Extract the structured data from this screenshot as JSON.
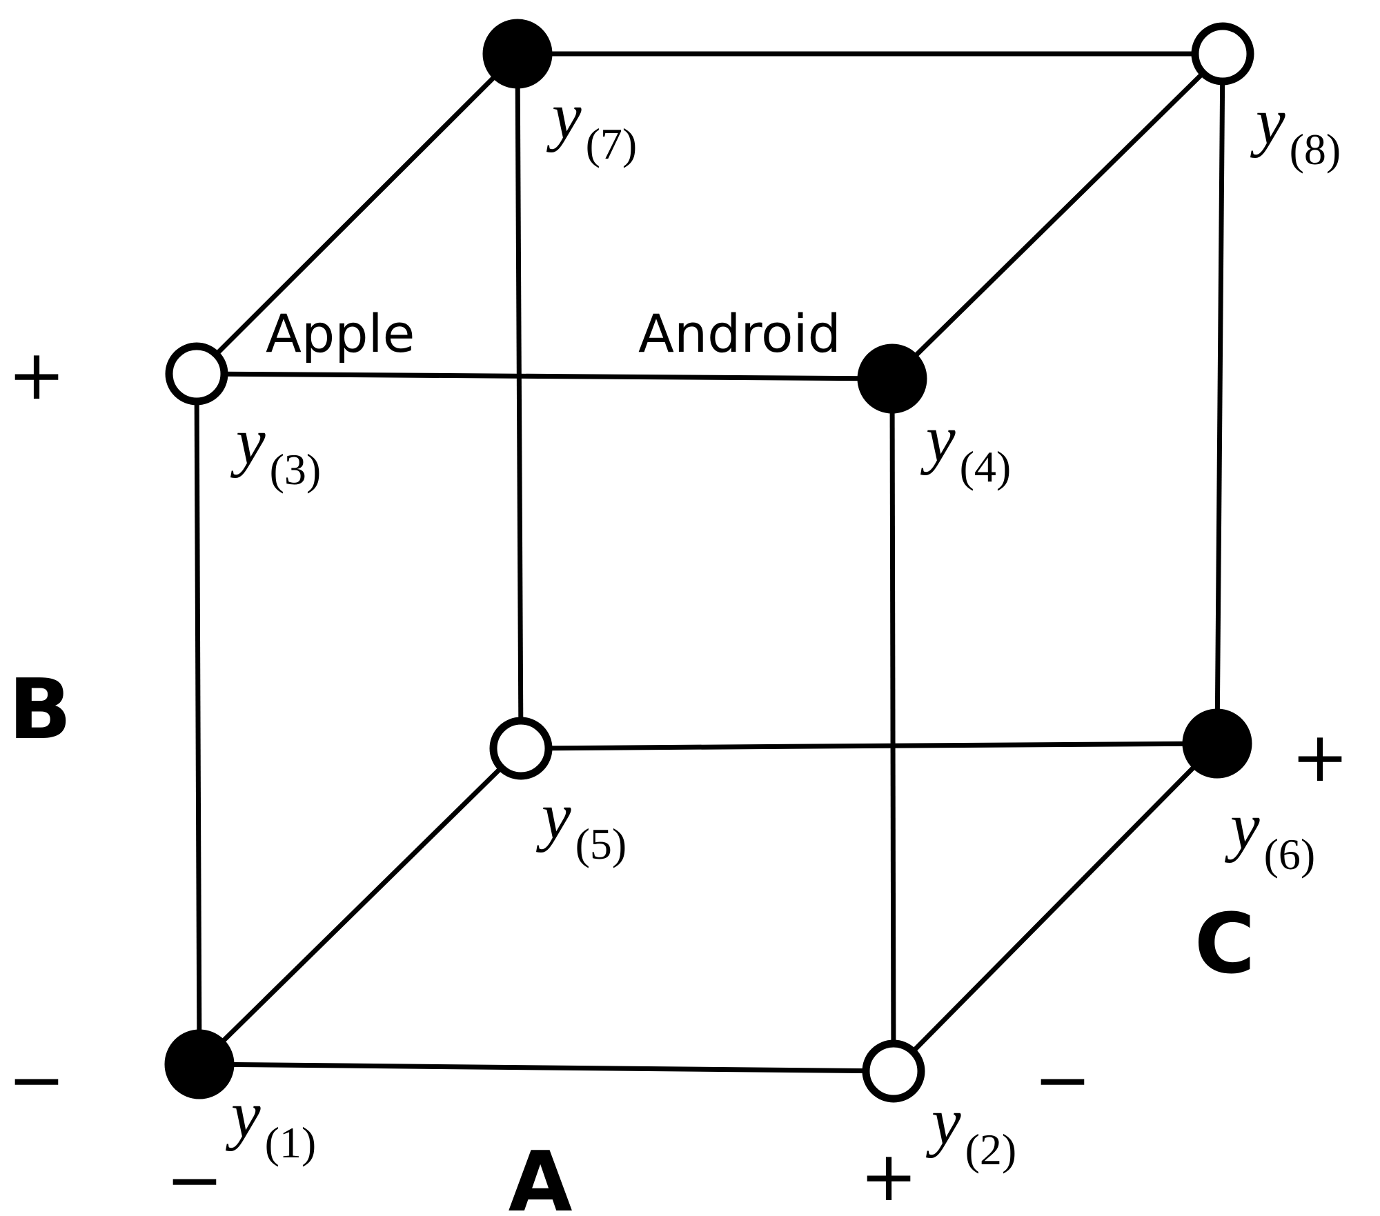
{
  "diagram": {
    "colors": {
      "line": "#000000",
      "filled": "#000000",
      "open": "#ffffff",
      "background": "#ffffff"
    },
    "factors": {
      "a": "A",
      "b": "B",
      "c": "C"
    },
    "signs": {
      "b_plus": "+",
      "b_minus": "−",
      "a_minus": "−",
      "a_plus": "+",
      "c_minus": "−",
      "c_plus": "+"
    },
    "brands": {
      "apple": "Apple",
      "android": "Android"
    },
    "nodes": [
      {
        "id": "1",
        "label_y": "y",
        "label_sub": "(1)",
        "filled": true
      },
      {
        "id": "2",
        "label_y": "y",
        "label_sub": "(2)",
        "filled": false
      },
      {
        "id": "3",
        "label_y": "y",
        "label_sub": "(3)",
        "filled": false
      },
      {
        "id": "4",
        "label_y": "y",
        "label_sub": "(4)",
        "filled": true
      },
      {
        "id": "5",
        "label_y": "y",
        "label_sub": "(5)",
        "filled": false
      },
      {
        "id": "6",
        "label_y": "y",
        "label_sub": "(6)",
        "filled": true
      },
      {
        "id": "7",
        "label_y": "y",
        "label_sub": "(7)",
        "filled": true
      },
      {
        "id": "8",
        "label_y": "y",
        "label_sub": "(8)",
        "filled": false
      }
    ]
  }
}
